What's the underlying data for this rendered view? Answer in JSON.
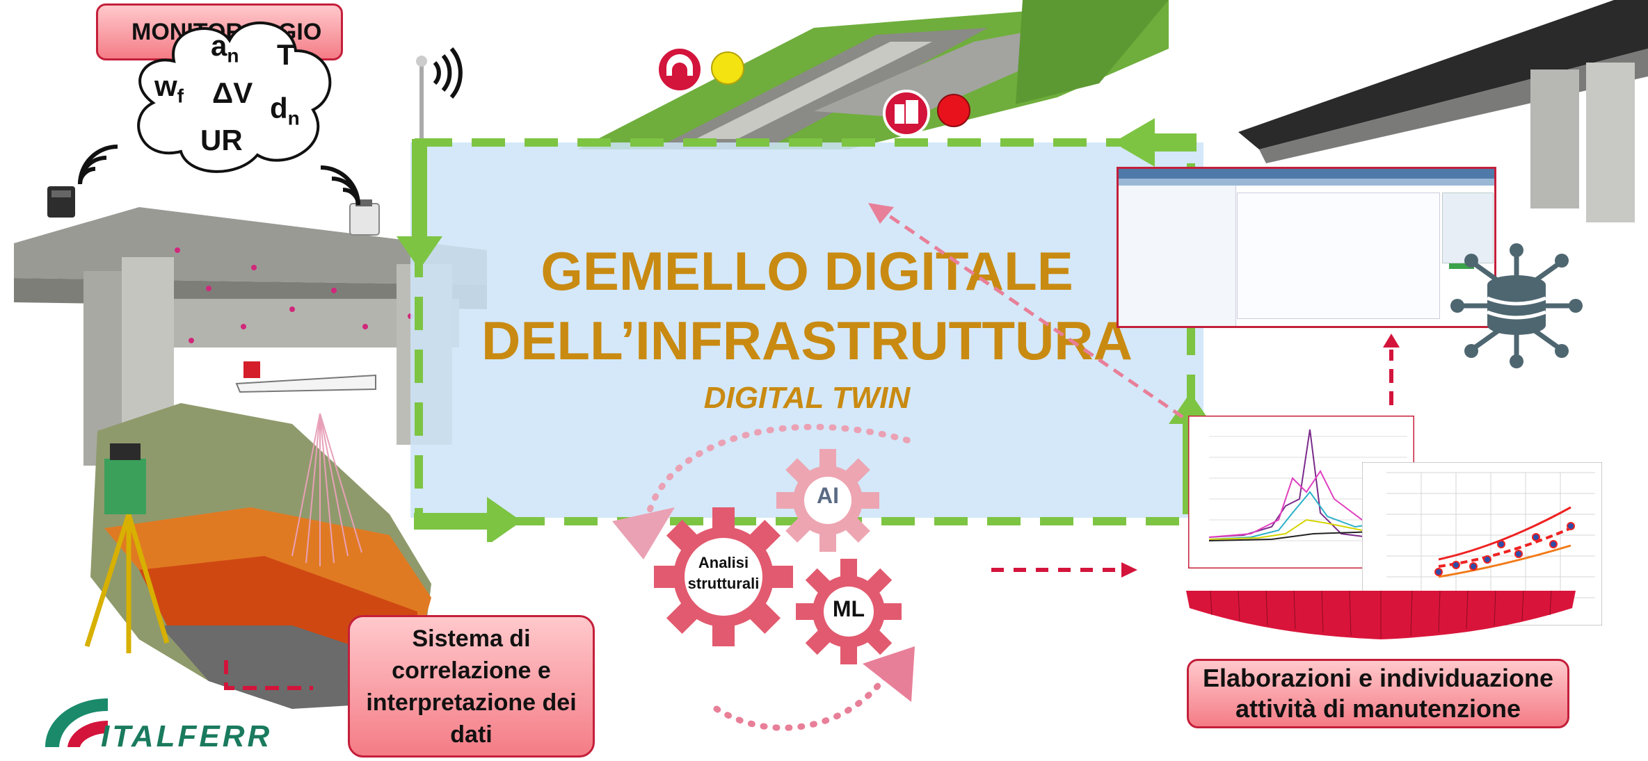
{
  "title": {
    "line1": "GEMELLO DIGITALE",
    "line2": "DELL’INFRASTRUTTURA",
    "subtitle": "DIGITAL TWIN"
  },
  "monitoring_box": {
    "label": "MONITORAGGIO"
  },
  "cloud": {
    "an": "a",
    "an_sub": "n",
    "T": "T",
    "wf": "w",
    "wf_sub": "f",
    "dV": "ΔV",
    "dn": "d",
    "dn_sub": "n",
    "UR": "UR"
  },
  "gears": {
    "analisi": "Analisi strutturali",
    "ai": "AI",
    "ml": "ML"
  },
  "correlation_box": {
    "text": "Sistema di correlazione e interpretazione dei dati"
  },
  "maintenance_box": {
    "text": "Elaborazioni e individuazione attività di manutenzione"
  },
  "logo": {
    "text": "ITALFERR"
  },
  "colors": {
    "arrow_green": "#7dc443",
    "pink_border": "#c41f3a",
    "title_gold": "#c98a12",
    "dashed_red": "#d3143b"
  },
  "icons": [
    "wifi-icon",
    "sensor-icon",
    "database-icon",
    "bridge-alert-icon",
    "building-alert-icon",
    "status-yellow-dot",
    "status-red-dot"
  ]
}
